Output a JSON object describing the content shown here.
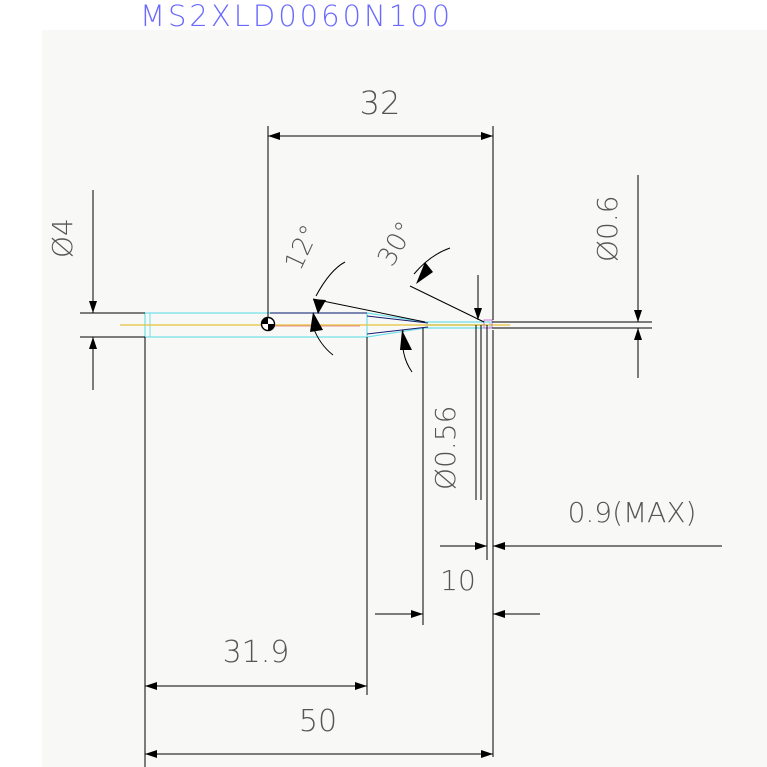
{
  "drawing": {
    "part_number": "MS2XLD0060N100",
    "title_color": "#6a6aff",
    "line_color": "#000000",
    "body_outline_color": "#6fe0e8",
    "axis_color": "#e8c23a",
    "text_color": "#555555"
  },
  "dimensions": {
    "overall_to_tip": "32",
    "shank_diameter": "Ø4",
    "neck_angle": "12°",
    "tip_angle": "30°",
    "tip_diameter": "Ø0.6",
    "neck_diameter": "Ø0.56",
    "corner_radius": "0.9(MAX)",
    "flute_length": "10",
    "shank_length": "31.9",
    "overall_length": "50"
  }
}
